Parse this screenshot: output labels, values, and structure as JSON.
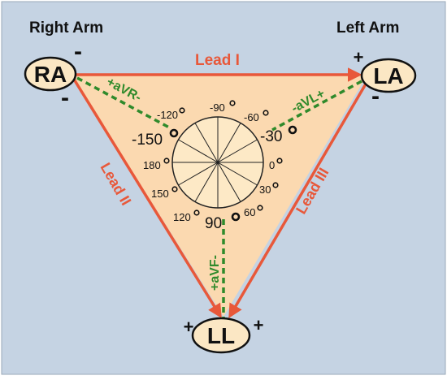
{
  "labels": {
    "right_arm": "Right Arm",
    "left_arm": "Left Arm"
  },
  "electrodes": {
    "ra": "RA",
    "la": "LA",
    "ll": "LL"
  },
  "polarity": {
    "ra_top": "-",
    "ra_bottom": "-",
    "la_top": "+",
    "la_bottom": "-",
    "ll_left": "+",
    "ll_right": "+"
  },
  "leads": {
    "lead_i": "Lead I",
    "lead_ii": "Lead II",
    "lead_iii": "Lead III",
    "avr": "+aVR-",
    "avl": "-aVL+",
    "avf": "+aVF-"
  },
  "angles": {
    "neg120": "-120",
    "neg90": "-90",
    "neg60": "-60",
    "neg150": "-150",
    "neg30": "-30",
    "pos180": "180",
    "pos0": "0",
    "pos150": "150",
    "pos30": "30",
    "pos120": "120",
    "pos90": "90",
    "pos60": "60"
  },
  "colors": {
    "panel_bg": "#c5d3e3",
    "triangle_fill": "#fbd9b0",
    "lead_arrow": "#e8583a",
    "aug_lead": "#2f8a2b",
    "wheel_fill": "#fde9c6",
    "electrode_fill": "#fbe7c4"
  }
}
